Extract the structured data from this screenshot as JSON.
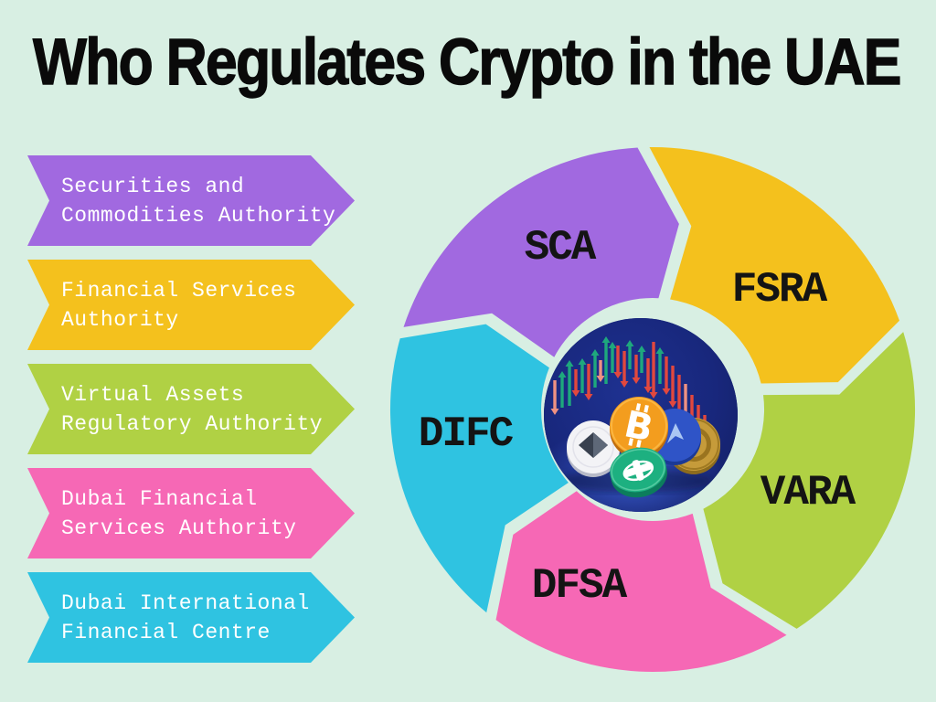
{
  "title": "Who Regulates Crypto in the UAE",
  "theme": {
    "background": "#d8efe3",
    "title_color": "#0a0a0a",
    "banner_text_color": "#ffffff",
    "wheel_label_color": "#141414"
  },
  "regulators": [
    {
      "abbr": "SCA",
      "name": "Securities and Commodities Authority",
      "name_lines": [
        "Securities and",
        "Commodities Authority"
      ],
      "color": "#a169e0"
    },
    {
      "abbr": "FSRA",
      "name": "Financial Services Authority",
      "name_lines": [
        "Financial Services",
        "Authority"
      ],
      "color": "#f4c11d"
    },
    {
      "abbr": "VARA",
      "name": "Virtual Assets Regulatory Authority",
      "name_lines": [
        "Virtual Assets",
        "Regulatory Authority"
      ],
      "color": "#b0d144"
    },
    {
      "abbr": "DFSA",
      "name": "Dubai Financial Services Authority",
      "name_lines": [
        "Dubai Financial",
        "Services Authority"
      ],
      "color": "#f668b5"
    },
    {
      "abbr": "DIFC",
      "name": "Dubai International Financial Centre",
      "name_lines": [
        "Dubai International",
        "Financial Centre"
      ],
      "color": "#2fc3e1"
    }
  ],
  "center_illustration": {
    "icons": [
      "candlestick-chart",
      "bitcoin-coin",
      "ethereum-coin",
      "tether-coin",
      "blue-crypto-coin",
      "gold-coin"
    ],
    "bitcoin_letter": "B",
    "chart_up_color": "#1ea87d",
    "chart_down_color": "#e2483e",
    "chart_down_soft_color": "#ef9182",
    "background_color": "#16246d"
  }
}
